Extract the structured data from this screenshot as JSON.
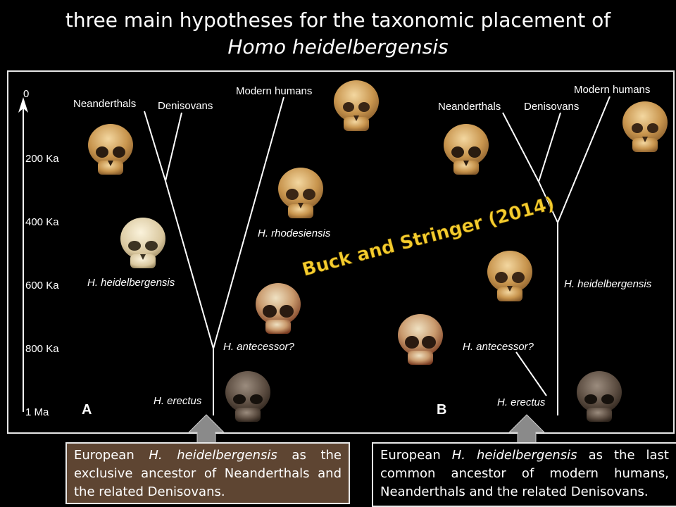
{
  "title": {
    "line1": "three main hypotheses for the taxonomic placement of",
    "line2": "Homo heidelbergensis"
  },
  "axis": {
    "ticks": [
      "0",
      "200 Ka",
      "400 Ka",
      "600 Ka",
      "800 Ka",
      "1 Ma"
    ]
  },
  "panel_a": {
    "letter": "A",
    "neanderthals": "Neanderthals",
    "denisovans": "Denisovans",
    "modern_humans": "Modern humans",
    "rhodesiensis": "H. rhodesiensis",
    "heidelbergensis": "H. heidelbergensis",
    "antecessor": "H. antecessor?",
    "erectus": "H. erectus"
  },
  "panel_b": {
    "letter": "B",
    "neanderthals": "Neanderthals",
    "denisovans": "Denisovans",
    "modern_humans": "Modern humans",
    "heidelbergensis": "H. heidelbergensis",
    "antecessor": "H. antecessor?",
    "erectus": "H. erectus"
  },
  "stamp": "Buck and Stringer (2014)",
  "captions": {
    "a": {
      "pre": "European ",
      "species": "H. heidelbergensis",
      "post": " as the exclusive ancestor of Neanderthals and the related Denisovans."
    },
    "b": {
      "pre": "European ",
      "species": "H. heidelbergensis",
      "post": " as the last common ancestor of modern humans, Neanderthals and the related Denisovans."
    }
  },
  "colors": {
    "background": "#000000",
    "skull_tan": "#c89a55",
    "skull_dark": "#4a3a30",
    "stamp_yellow": "#f4cc2e",
    "caption_a_bg": "#5e4532",
    "arrow_grey": "#8a8a8a"
  }
}
